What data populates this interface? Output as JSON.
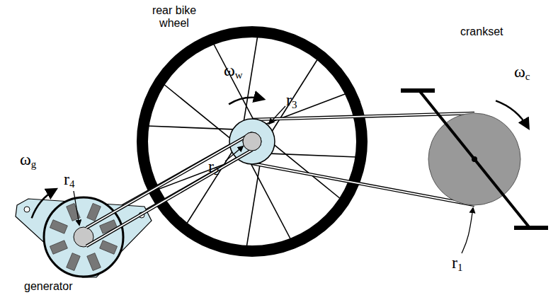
{
  "diagram": {
    "labels": [
      "rear bike wheel",
      "crankset",
      "ωw",
      "r3",
      "r2",
      "ωc",
      "r1",
      "ωg",
      "r4",
      "generator"
    ]
  }
}
